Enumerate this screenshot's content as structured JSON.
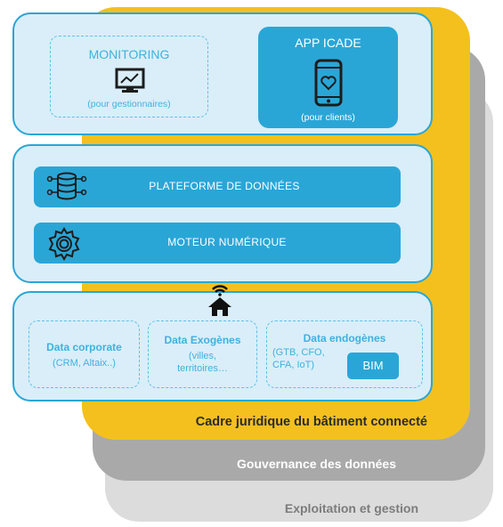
{
  "layers": {
    "exploitation": "Exploitation et gestion",
    "gouvernance": "Gouvernance des données",
    "cadre": "Cadre juridique du bâtiment connecté"
  },
  "top": {
    "monitoring": {
      "title": "MONITORING",
      "subtitle": "(pour gestionnaires)",
      "icon": "monitor-chart-icon"
    },
    "app": {
      "title": "APP ICADE",
      "subtitle": "(pour clients)",
      "icon": "smartphone-heart-icon"
    }
  },
  "middle": {
    "platform": {
      "label": "PLATEFORME DE DONNÉES",
      "icon": "database-network-icon"
    },
    "engine": {
      "label": "MOTEUR NUMÉRIQUE",
      "icon": "gear-icon"
    }
  },
  "connector": {
    "icon": "smart-home-wifi-icon"
  },
  "bottom": {
    "corporate": {
      "title": "Data corporate",
      "line1": "(CRM, Altaix..)"
    },
    "exogenes": {
      "title": "Data Exogènes",
      "line1": "(villes,",
      "line2": "territoires…"
    },
    "endogenes": {
      "title": "Data endogènes",
      "line1": "(GTB, CFO,",
      "line2": "CFA, IoT)",
      "badge": "BIM"
    }
  },
  "colors": {
    "accent": "#2aa6d6",
    "panel_bg": "#d9eef9",
    "yellow": "#f4c01e",
    "grey": "#a9a9a9",
    "light_grey": "#dcdcdc"
  }
}
